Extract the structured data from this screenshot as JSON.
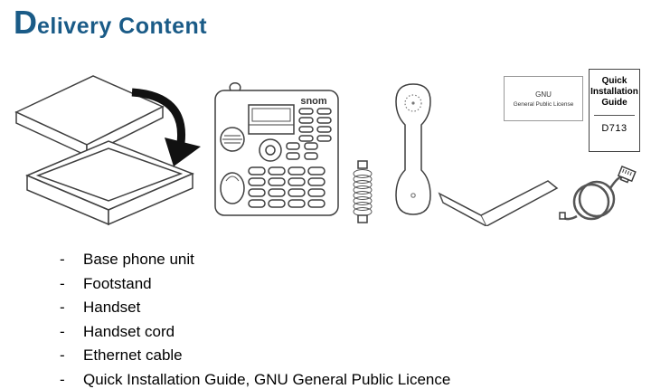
{
  "page": {
    "title_initial": "D",
    "title_rest": "elivery Content"
  },
  "list": {
    "bullet": "-",
    "items": [
      "Base phone unit",
      "Footstand",
      "Handset",
      "Handset cord",
      "Ethernet cable",
      "Quick Installation Guide, GNU General Public Licence"
    ]
  },
  "illustrations": {
    "phone_brand": "snom",
    "gnu_doc": {
      "line1": "GNU",
      "line2": "General Public License"
    },
    "guide_doc": {
      "word1": "Quick",
      "word2": "Installation",
      "word3": "Guide",
      "model": "D713"
    }
  },
  "colors": {
    "title": "#1a5b87",
    "line_art": "#3f3f3f",
    "text": "#000000"
  }
}
